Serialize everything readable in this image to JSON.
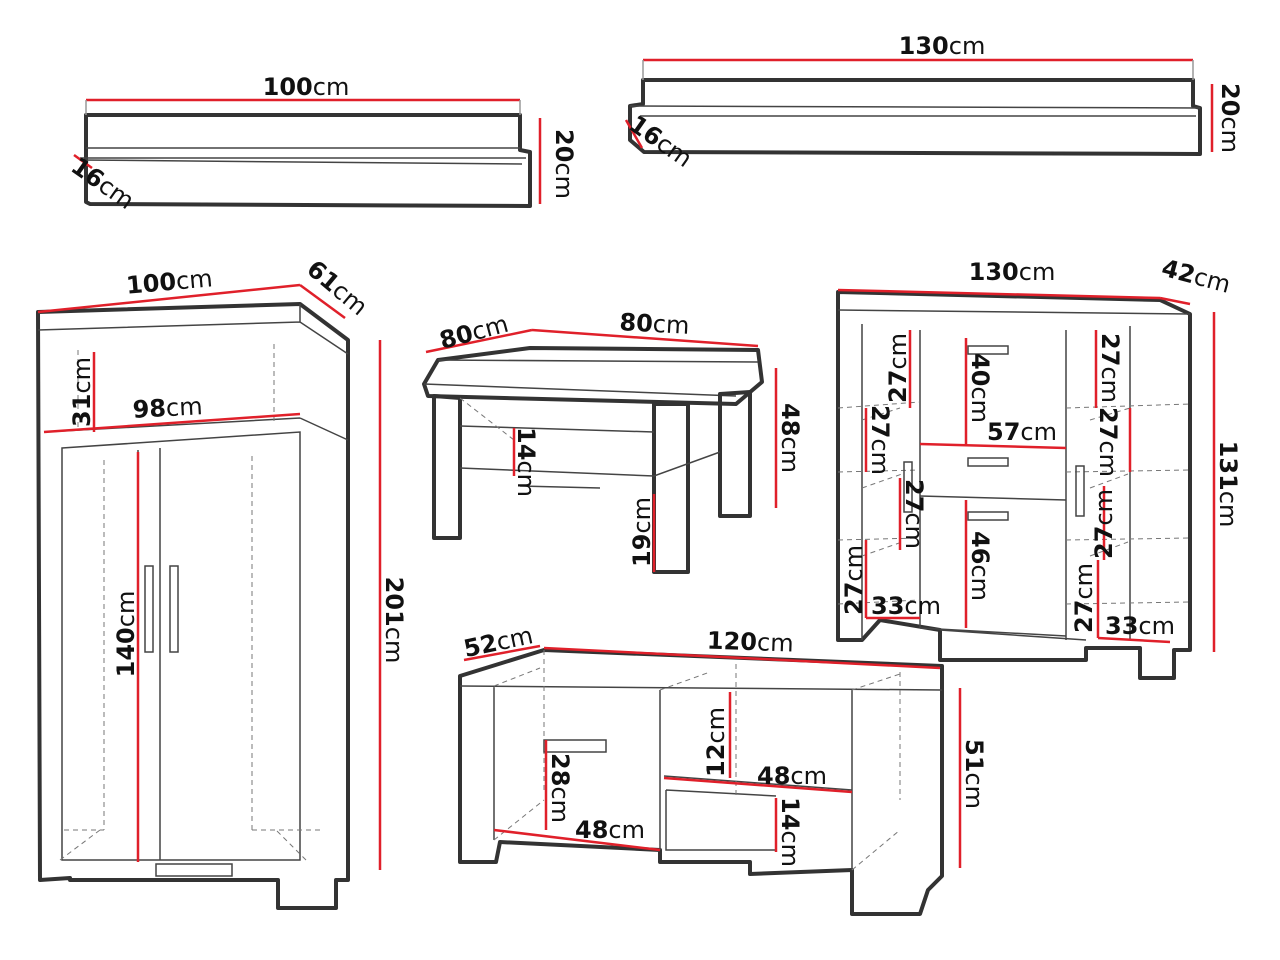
{
  "unit": "cm",
  "wall_shelf_small": {
    "width": "100",
    "height": "20",
    "depth": "16"
  },
  "wall_shelf_large": {
    "width": "130",
    "height": "20",
    "depth": "16"
  },
  "wardrobe": {
    "width": "100",
    "depth": "61",
    "height": "201",
    "inner_width": "98",
    "top_section": "31",
    "door_section": "140"
  },
  "coffee_table": {
    "depth": "80",
    "width": "80",
    "height": "48",
    "drawer": "14",
    "lower_shelf": "19"
  },
  "display_cabinet": {
    "width": "130",
    "depth": "42",
    "height": "131",
    "top_compartment": "40",
    "middle_width": "57",
    "lower_compartment": "46",
    "side_shelf": "27",
    "side_depth": "33"
  },
  "tv_stand": {
    "depth": "52",
    "width": "120",
    "height": "51",
    "left_compartment": "28",
    "left_width": "48",
    "top_niche": "12",
    "niche_width": "48",
    "bottom_niche": "14"
  }
}
